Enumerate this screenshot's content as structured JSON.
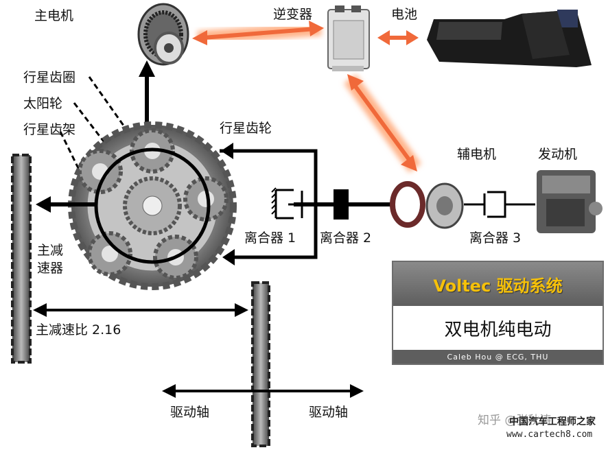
{
  "labels": {
    "main_motor": "主电机",
    "inverter": "逆变器",
    "battery": "电池",
    "ring_gear": "行星齿圈",
    "sun_gear": "太阳轮",
    "carrier": "行星齿架",
    "planet_gear": "行星齿轮",
    "aux_motor": "辅电机",
    "engine": "发动机",
    "clutch1": "离合器 1",
    "clutch2": "离合器 2",
    "clutch3": "离合器 3",
    "final_drive_line1": "主减",
    "final_drive_line2": "速器",
    "final_drive_ratio": "主减速比 2.16",
    "driveshaft_left": "驱动轴",
    "driveshaft_right": "驱动轴"
  },
  "voltec": {
    "title": "Voltec 驱动系统",
    "mode": "双电机纯电动",
    "credit": "Caleb Hou @ ECG, THU"
  },
  "watermark": {
    "text": "知乎 @张秋涛",
    "brand": "中国汽车工程师之家",
    "url": "www.cartech8.com"
  }
}
